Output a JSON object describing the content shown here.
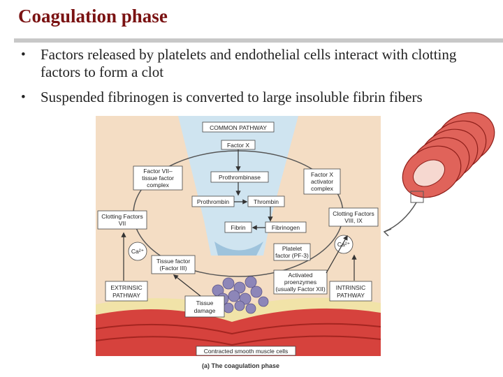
{
  "slide": {
    "title": "Coagulation phase",
    "bullets": [
      "Factors released by platelets and endothelial cells interact with clotting factors to form a clot",
      "Suspended fibrinogen is converted to large insoluble fibrin fibers"
    ]
  },
  "diagram": {
    "common_pathway": "COMMON PATHWAY",
    "factor_x": "Factor X",
    "factor_vii_tf": [
      "Factor VII–",
      "tissue factor",
      "complex"
    ],
    "prothrombinase": "Prothrombinase",
    "factor_x_activator": [
      "Factor X",
      "activator",
      "complex"
    ],
    "prothrombin": "Prothrombin",
    "thrombin": "Thrombin",
    "clotting_vii": [
      "Clotting Factors",
      "VII"
    ],
    "clotting_viii_ix": [
      "Clotting Factors",
      "VIII, IX"
    ],
    "fibrin": "Fibrin",
    "fibrinogen": "Fibrinogen",
    "ca_left": "Ca²⁺",
    "ca_right": "Ca²⁺",
    "platelet_factor": [
      "Platelet",
      "factor (PF-3)"
    ],
    "tissue_factor": [
      "Tissue factor",
      "(Factor III)"
    ],
    "activated_proenzymes": [
      "Activated",
      "proenzymes",
      "(usually Factor XII)"
    ],
    "extrinsic": [
      "EXTRINSIC",
      "PATHWAY"
    ],
    "intrinsic": [
      "INTRINSIC",
      "PATHWAY"
    ],
    "tissue_damage": [
      "Tissue",
      "damage"
    ],
    "smooth_muscle": "Contracted smooth muscle cells",
    "caption": "(a) The coagulation phase"
  },
  "colors": {
    "title": "#7a1212",
    "rule": "#c8c8c8",
    "panel": "#f4ddc4",
    "common_bg": "#cfe4f0",
    "arrow": "#333333",
    "vessel": "#d9534f"
  }
}
